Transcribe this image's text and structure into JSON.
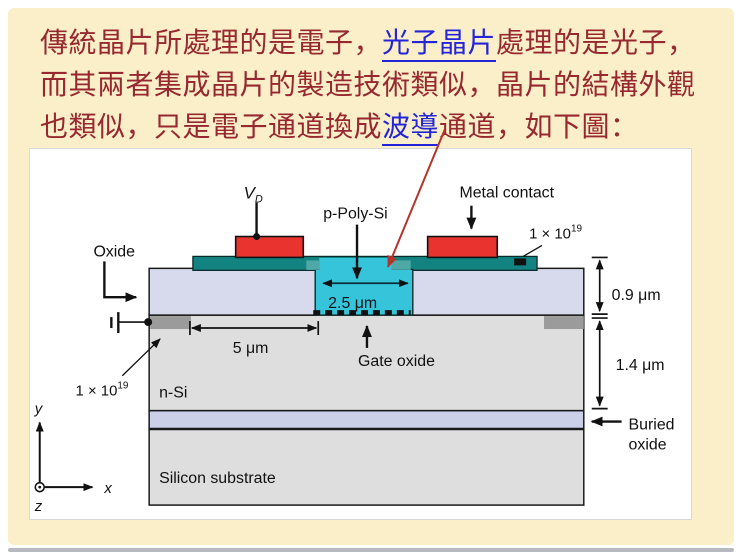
{
  "intro_text": {
    "line1_pre": "傳統晶片所處理的是電子，",
    "line1_link": "光子晶片",
    "line1_post": "處理的是光子，",
    "line2": "而其兩者集成晶片的製造技術類似，晶片的結構外觀",
    "line3_pre": "也類似，只是電子通道換成",
    "line3_link": "波導",
    "line3_post": "通道，如下圖：",
    "text_color": "#97282F",
    "link_color": "#2424D8"
  },
  "diagram": {
    "labels": {
      "vd_main": "V",
      "vd_sub": "D",
      "metal_contact": "Metal contact",
      "p_poly_si": "p-Poly-Si",
      "doping_base": "1 × 10",
      "doping_exp": "19",
      "oxide": "Oxide",
      "width_2_5": "2.5 μm",
      "width_5": "5 μm",
      "gate_oxide": "Gate oxide",
      "n_si": "n-Si",
      "dim_0_9": "0.9 μm",
      "dim_1_4": "1.4 μm",
      "buried_line1": "Buried",
      "buried_line2": "oxide",
      "substrate": "Silicon substrate",
      "axis_x": "x",
      "axis_y": "y",
      "axis_z": "z"
    },
    "colors": {
      "metal_red": "#E8332F",
      "poly_teal": "#128381",
      "step_teal": "#4FA8A8",
      "waveguide_cyan": "#35C4DA",
      "oxide_lavender": "#D7D9ED",
      "buried_lavender": "#CBD0E9",
      "silicon_gray": "#DEDEDE",
      "doped_gray": "#9B9B9B",
      "outline": "#1a1a1a",
      "pointer_red": "#B5342A",
      "slide_cream": "#FAEFC9"
    }
  }
}
